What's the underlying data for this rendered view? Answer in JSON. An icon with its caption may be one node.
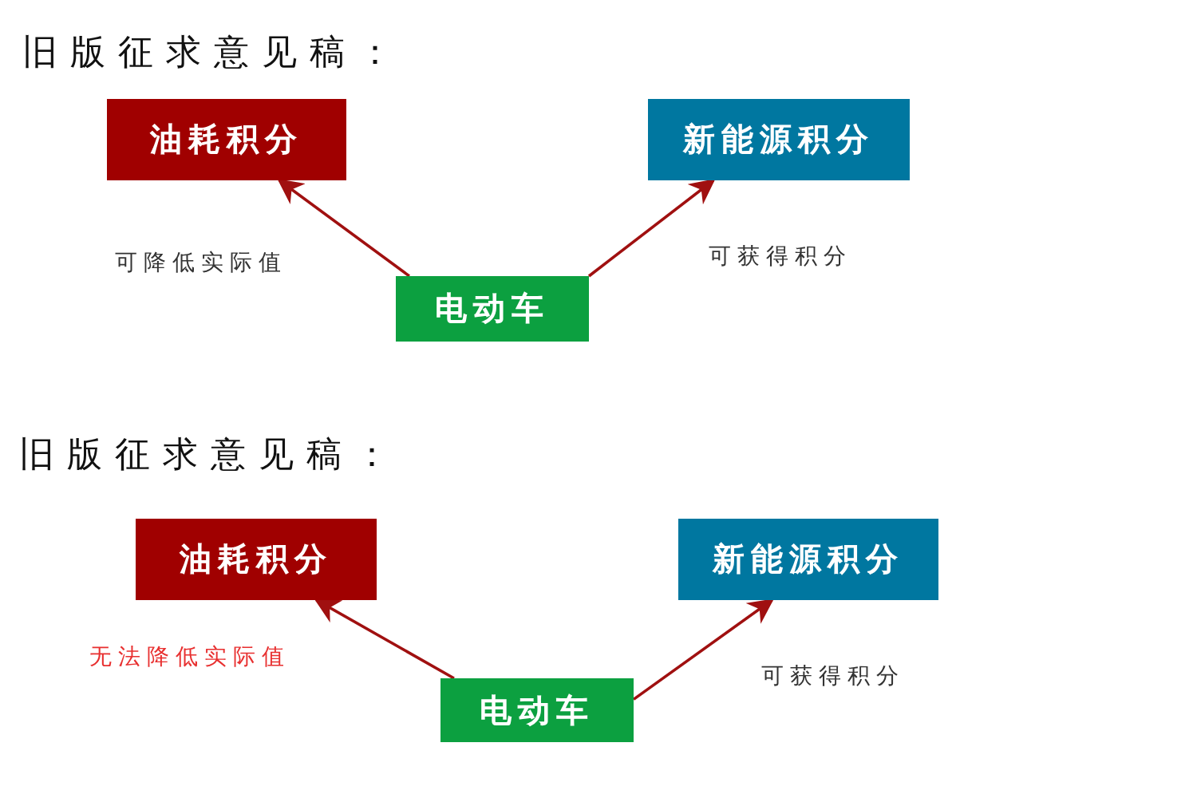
{
  "diagram": {
    "nodes": [
      {
        "text": [
          "油耗积分"
        ]
      },
      {
        "text": [
          "新能源积分"
        ]
      },
      {
        "text": [
          "电动车"
        ]
      },
      {
        "text": [
          "油耗积分"
        ]
      },
      {
        "text": [
          "新能源积分"
        ]
      },
      {
        "text": [
          "电动车"
        ]
      }
    ],
    "edges": [
      {
        "from": 2,
        "to": 0,
        "arrow": "to",
        "label": "可降低实际值"
      },
      {
        "from": 2,
        "to": 1,
        "arrow": "to",
        "label": "可获得积分"
      },
      {
        "from": 5,
        "to": 3,
        "arrow": "to",
        "label": "无法降低实际值"
      },
      {
        "from": 5,
        "to": 4,
        "arrow": "to",
        "label": "可获得积分"
      }
    ],
    "labels": [
      "旧版征求意见稿：",
      "旧版征求意见稿："
    ]
  }
}
